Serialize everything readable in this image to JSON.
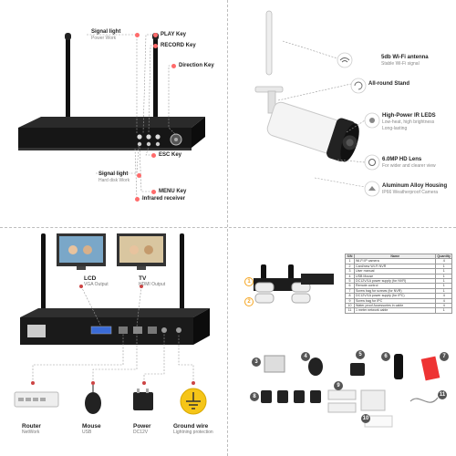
{
  "nvr_labels": {
    "signal_light_1": "Signal light",
    "signal_light_1_sub": "Power Work",
    "play_key": "PLAY Key",
    "record_key": "RECORD Key",
    "direction_key": "Direction Key",
    "signal_light_2": "Signal light",
    "signal_light_2_sub": "Hard disk Work",
    "esc_key": "ESC Key",
    "menu_key": "MENU Key",
    "infrared_receiver": "Infrared receiver"
  },
  "camera_labels": {
    "antenna": "5db Wi-Fi antenna",
    "antenna_sub": "Stable Wi-Fi signal",
    "stand": "All-round Stand",
    "ir_leds": "High-Power IR LEDS",
    "ir_leds_sub1": "Low-heat, high brightness",
    "ir_leds_sub2": "Long-lasting",
    "lens": "6.0MP HD Lens",
    "lens_sub": "For wider and clearer view",
    "housing": "Aluminum Alloy Housing",
    "housing_sub": "IP66 Weatherproof Camera"
  },
  "connection_labels": {
    "lcd": "LCD",
    "lcd_sub": "VGA Output",
    "tv": "TV",
    "tv_sub": "HDMI Output",
    "router": "Router",
    "router_sub": "NetWork",
    "mouse": "Mouse",
    "mouse_sub": "USB",
    "power": "Power",
    "power_sub": "DC12V",
    "ground": "Ground wire",
    "ground_sub": "Lightning protection"
  },
  "accessories": {
    "headers": [
      "S/N",
      "Name",
      "Quantity"
    ],
    "rows": [
      [
        "1",
        "Wi-Fi IP camera",
        "4"
      ],
      [
        "2",
        "Card/new Wi-Fi NVR",
        "1"
      ],
      [
        "3",
        "User manual",
        "1"
      ],
      [
        "4",
        "USB Mouse",
        "1"
      ],
      [
        "5",
        "DC12V/1A power supply (for NVR)",
        "1"
      ],
      [
        "6",
        "Remote control",
        "1"
      ],
      [
        "7",
        "Screw bag for screws (for NVR)",
        "1"
      ],
      [
        "8",
        "DC12V/1A power supply (for IPC)",
        "4"
      ],
      [
        "9",
        "Screw bag for IPC",
        "4"
      ],
      [
        "10",
        "Water proof Accessories in cable",
        "4"
      ],
      [
        "11",
        "1 meter network cable",
        "1"
      ]
    ],
    "badges": [
      "1",
      "2",
      "3",
      "4",
      "5",
      "6",
      "7",
      "8",
      "9",
      "10",
      "11"
    ]
  }
}
